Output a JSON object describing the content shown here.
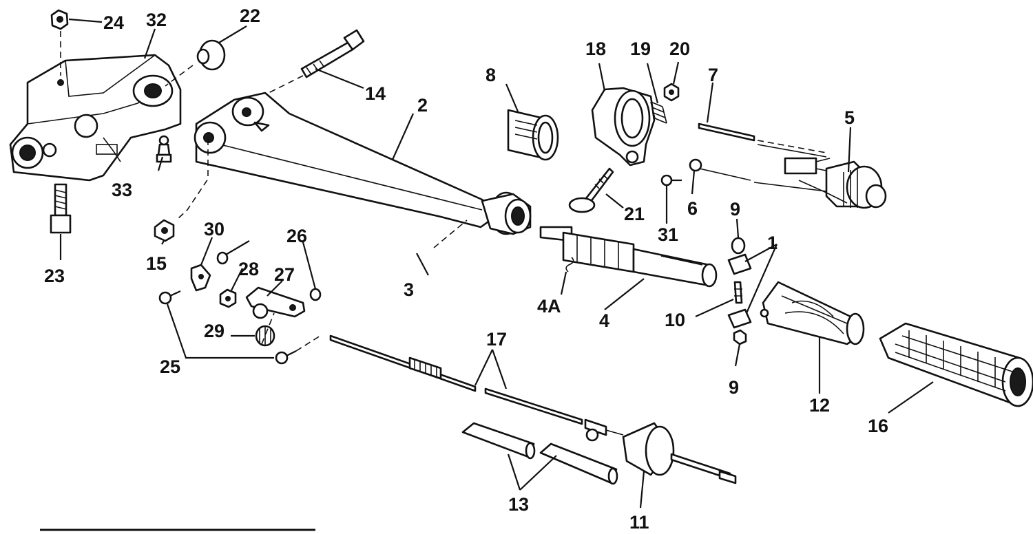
{
  "diagram": {
    "callouts": [
      "1",
      "2",
      "3",
      "4",
      "4A",
      "5",
      "6",
      "7",
      "8",
      "9",
      "9",
      "10",
      "11",
      "12",
      "13",
      "14",
      "15",
      "16",
      "17",
      "18",
      "19",
      "20",
      "21",
      "22",
      "23",
      "24",
      "25",
      "26",
      "27",
      "28",
      "29",
      "30",
      "31",
      "32",
      "33"
    ]
  }
}
